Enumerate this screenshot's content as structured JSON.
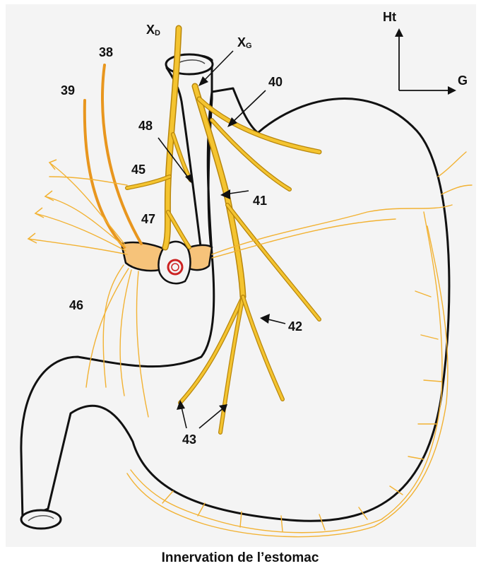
{
  "labels": {
    "xd_main": "X",
    "xd_sub": "D",
    "xg_main": "X",
    "xg_sub": "G",
    "n38": "38",
    "n39": "39",
    "n40": "40",
    "n41": "41",
    "n42": "42",
    "n43": "43",
    "n45": "45",
    "n46": "46",
    "n47": "47",
    "n48": "48"
  },
  "axes": {
    "up": "Ht",
    "right": "G"
  },
  "caption": "Innervation de l’estomac",
  "colors": {
    "background": "#f4f4f4",
    "organ_fill": "#f4f4f4",
    "outline": "#111111",
    "nerve_dark": "#b8860b",
    "nerve_light": "#f4c430",
    "plexus": "#f2b233",
    "splanchnic": "#e8961e",
    "artery": "#cc2222"
  }
}
